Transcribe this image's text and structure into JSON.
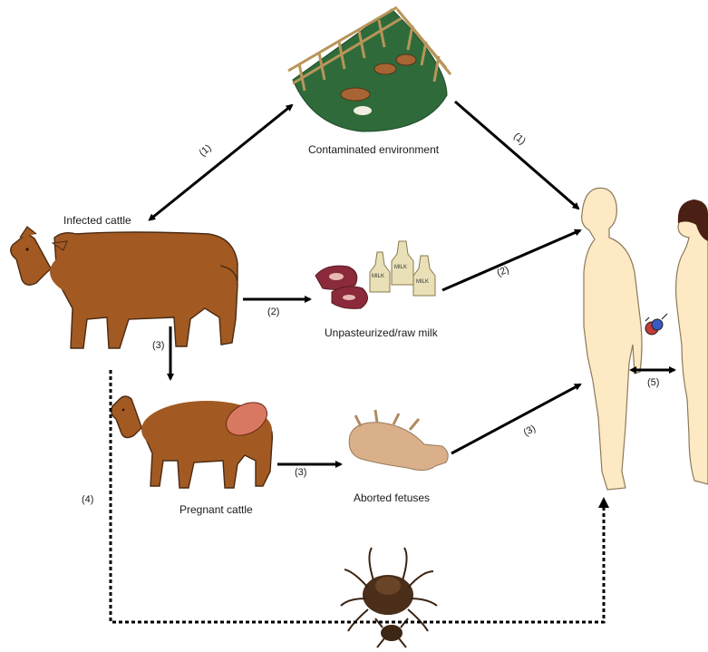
{
  "labels": {
    "environment": "Contaminated environment",
    "infected_cattle": "Infected cattle",
    "raw_milk": "Unpasteurized/raw milk",
    "pregnant_cattle": "Pregnant cattle",
    "aborted_fetuses": "Aborted fetuses"
  },
  "routes": {
    "cattle_env": "(1)",
    "env_human": "(1)",
    "cattle_milk": "(2)",
    "milk_human": "(2)",
    "cattle_pregnant": "(3)",
    "pregnant_fetus": "(3)",
    "fetus_human": "(3)",
    "tick_route": "(4)",
    "human_human": "(5)"
  },
  "milk_bottle_text": "MILK",
  "icons": [
    "fenced-pasture-icon",
    "cow-icon",
    "pregnant-cow-icon",
    "meat-icon",
    "milk-bottle-icon",
    "aborted-fetus-icon",
    "tick-icon",
    "male-human-icon",
    "female-human-icon",
    "gender-symbol-icon"
  ],
  "colors": {
    "cattle": "#a25a22",
    "cattle_outline": "#4a2a12",
    "pasture": "#2f6b3a",
    "fence": "#b8955a",
    "meat": "#8a2a3a",
    "milk_bottle": "#e9e0b8",
    "fetus": "#d9b08a",
    "human": "#fde9c4",
    "human_outline": "#8c7a5a",
    "tick": "#4b2f1a",
    "arrow": "#000000"
  }
}
